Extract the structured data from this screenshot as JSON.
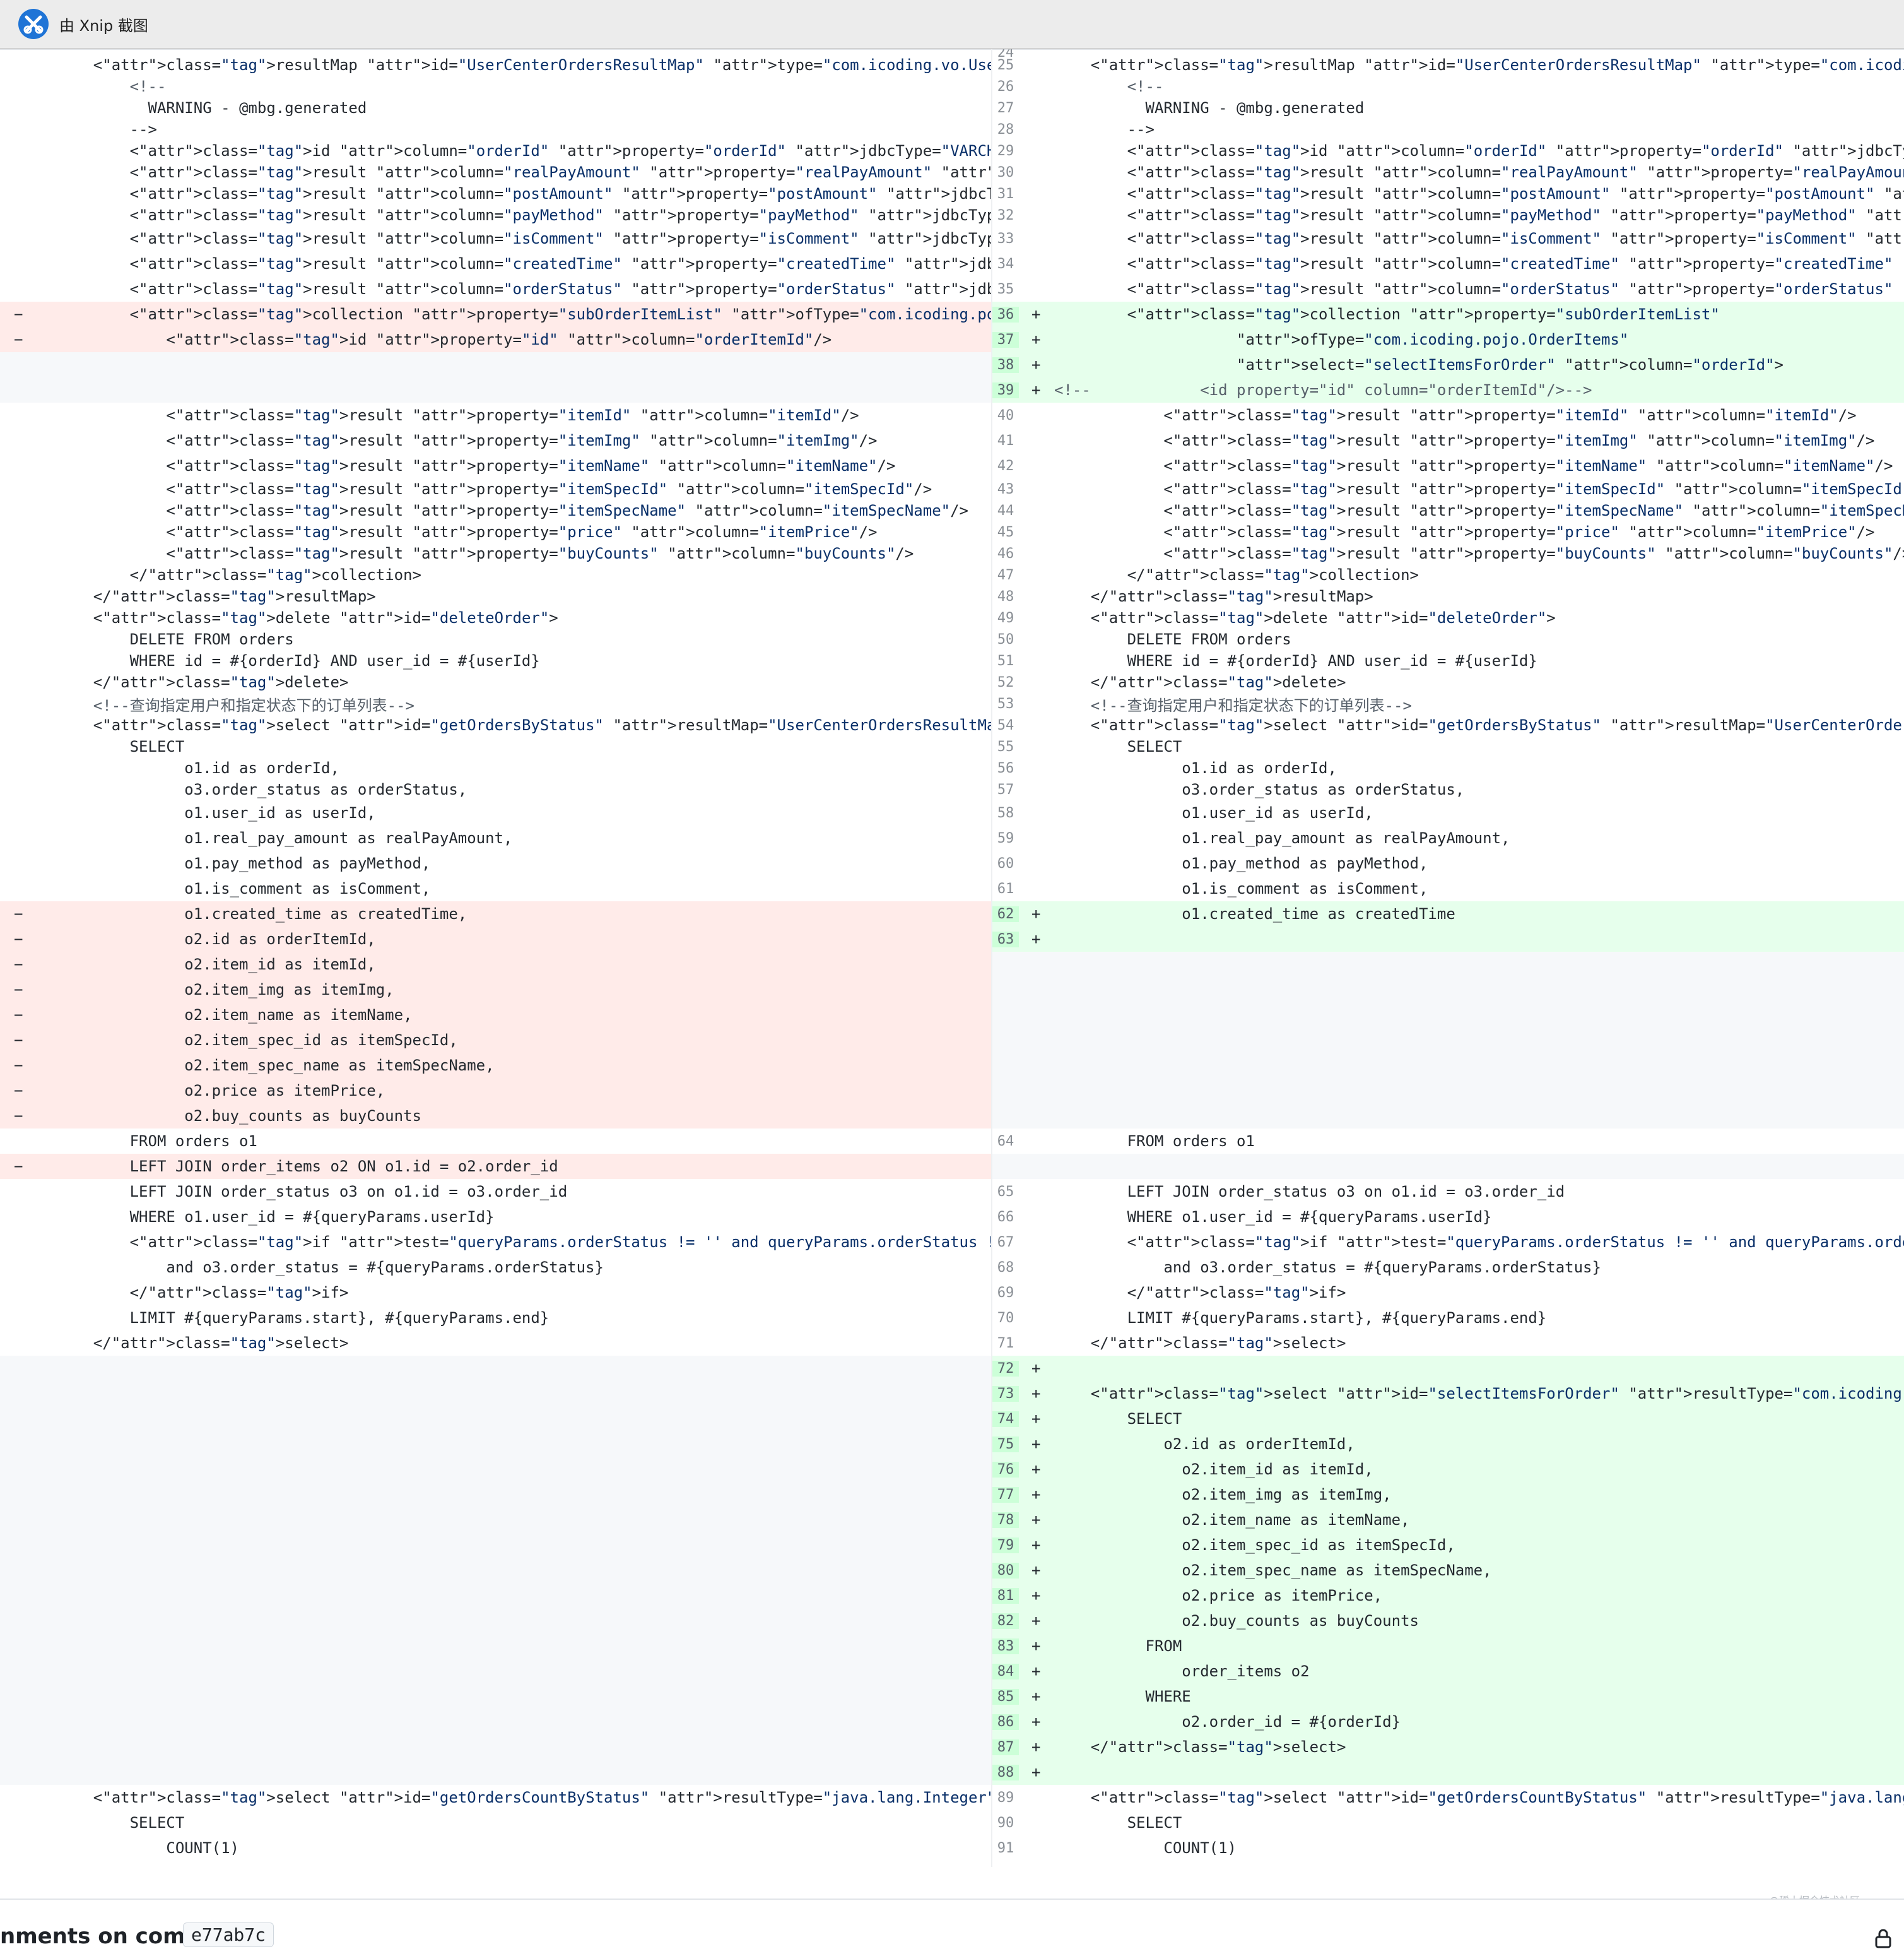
{
  "window": {
    "title": "由 Xnip 截图"
  },
  "footer": {
    "label": "nments on commit",
    "commit": "e77ab7c"
  },
  "watermark": "@稀土掘金技术社区",
  "left": [
    {
      "type": "hunk"
    },
    {
      "type": "context",
      "text": "    <resultMap id=\"UserCenterOrdersResultMap\" type=\"com.icoding.vo.UserCenterOrderVO\" >"
    },
    {
      "type": "context",
      "text": "        <!--"
    },
    {
      "type": "context",
      "text": "          WARNING - @mbg.generated"
    },
    {
      "type": "context",
      "text": "        -->"
    },
    {
      "type": "context",
      "text": "        <id column=\"orderId\" property=\"orderId\" jdbcType=\"VARCHAR\" />"
    },
    {
      "type": "context",
      "text": "        <result column=\"realPayAmount\" property=\"realPayAmount\" jdbcType=\"INTEGER\" />"
    },
    {
      "type": "context",
      "text": "        <result column=\"postAmount\" property=\"postAmount\" jdbcType=\"INTEGER\" />"
    },
    {
      "type": "context",
      "text": "        <result column=\"payMethod\" property=\"payMethod\" jdbcType=\"INTEGER\" />"
    },
    {
      "type": "context",
      "text": "        <result column=\"isComment\" property=\"isComment\" jdbcType=\"INTEGER\" />"
    },
    {
      "type": "context",
      "text": "        <result column=\"createdTime\" property=\"createdTime\" jdbcType=\"TIMESTAMP\" />"
    },
    {
      "type": "context",
      "text": "        <result column=\"orderStatus\" property=\"orderStatus\" jdbcType=\"TIMESTAMP\" />"
    },
    {
      "type": "deleted",
      "text": "        <collection property=\"subOrderItemList\" ofType=\"com.icoding.pojo.OrderItems\">"
    },
    {
      "type": "deleted",
      "text": "            <id property=\"id\" column=\"orderItemId\"/>"
    },
    {
      "type": "empty",
      "text": ""
    },
    {
      "type": "empty",
      "text": ""
    },
    {
      "type": "context",
      "text": "            <result property=\"itemId\" column=\"itemId\"/>"
    },
    {
      "type": "context",
      "text": "            <result property=\"itemImg\" column=\"itemImg\"/>"
    },
    {
      "type": "context",
      "text": "            <result property=\"itemName\" column=\"itemName\"/>"
    },
    {
      "type": "context",
      "text": "            <result property=\"itemSpecId\" column=\"itemSpecId\"/>"
    },
    {
      "type": "context",
      "text": "            <result property=\"itemSpecName\" column=\"itemSpecName\"/>"
    },
    {
      "type": "context",
      "text": "            <result property=\"price\" column=\"itemPrice\"/>"
    },
    {
      "type": "context",
      "text": "            <result property=\"buyCounts\" column=\"buyCounts\"/>"
    },
    {
      "type": "context",
      "text": "        </collection>"
    },
    {
      "type": "context",
      "text": "    </resultMap>"
    },
    {
      "type": "context",
      "text": "    <delete id=\"deleteOrder\">"
    },
    {
      "type": "context",
      "text": "        DELETE FROM orders"
    },
    {
      "type": "context",
      "text": "        WHERE id = #{orderId} AND user_id = #{userId}"
    },
    {
      "type": "context",
      "text": "    </delete>"
    },
    {
      "type": "context",
      "text": "    <!--查询指定用户和指定状态下的订单列表-->"
    },
    {
      "type": "context",
      "text": "    <select id=\"getOrdersByStatus\" resultMap=\"UserCenterOrdersResultMap\">"
    },
    {
      "type": "context",
      "text": "        SELECT"
    },
    {
      "type": "context",
      "text": "              o1.id as orderId,"
    },
    {
      "type": "context",
      "text": "              o3.order_status as orderStatus,"
    },
    {
      "type": "context",
      "text": "              o1.user_id as userId,"
    },
    {
      "type": "context",
      "text": "              o1.real_pay_amount as realPayAmount,"
    },
    {
      "type": "context",
      "text": "              o1.pay_method as payMethod,"
    },
    {
      "type": "context",
      "text": "              o1.is_comment as isComment,"
    },
    {
      "type": "deleted",
      "text": "              o1.created_time as createdTime,"
    },
    {
      "type": "deleted",
      "text": "              o2.id as orderItemId,"
    },
    {
      "type": "deleted",
      "text": "              o2.item_id as itemId,"
    },
    {
      "type": "deleted",
      "text": "              o2.item_img as itemImg,"
    },
    {
      "type": "deleted",
      "text": "              o2.item_name as itemName,"
    },
    {
      "type": "deleted",
      "text": "              o2.item_spec_id as itemSpecId,"
    },
    {
      "type": "deleted",
      "text": "              o2.item_spec_name as itemSpecName,"
    },
    {
      "type": "deleted",
      "text": "              o2.price as itemPrice,"
    },
    {
      "type": "deleted",
      "text": "              o2.buy_counts as buyCounts"
    },
    {
      "type": "context",
      "text": "        FROM orders o1"
    },
    {
      "type": "deleted",
      "text": "        LEFT JOIN order_items o2 ON o1.id = o2.order_id"
    },
    {
      "type": "context",
      "text": "        LEFT JOIN order_status o3 on o1.id = o3.order_id"
    },
    {
      "type": "context",
      "text": "        WHERE o1.user_id = #{queryParams.userId}"
    },
    {
      "type": "context",
      "text": "        <if test=\"queryParams.orderStatus != '' and queryParams.orderStatus != null\">"
    },
    {
      "type": "context",
      "text": "            and o3.order_status = #{queryParams.orderStatus}"
    },
    {
      "type": "context",
      "text": "        </if>"
    },
    {
      "type": "context",
      "text": "        LIMIT #{queryParams.start}, #{queryParams.end}"
    },
    {
      "type": "context",
      "text": "    </select>"
    },
    {
      "type": "empty",
      "text": ""
    },
    {
      "type": "empty",
      "text": ""
    },
    {
      "type": "empty",
      "text": ""
    },
    {
      "type": "empty",
      "text": ""
    },
    {
      "type": "empty",
      "text": ""
    },
    {
      "type": "empty",
      "text": ""
    },
    {
      "type": "empty",
      "text": ""
    },
    {
      "type": "empty",
      "text": ""
    },
    {
      "type": "empty",
      "text": ""
    },
    {
      "type": "empty",
      "text": ""
    },
    {
      "type": "empty",
      "text": ""
    },
    {
      "type": "empty",
      "text": ""
    },
    {
      "type": "empty",
      "text": ""
    },
    {
      "type": "empty",
      "text": ""
    },
    {
      "type": "empty",
      "text": ""
    },
    {
      "type": "empty",
      "text": ""
    },
    {
      "type": "empty",
      "text": ""
    },
    {
      "type": "context",
      "text": "    <select id=\"getOrdersCountByStatus\" resultType=\"java.lang.Integer\">"
    },
    {
      "type": "context",
      "text": "        SELECT"
    },
    {
      "type": "context",
      "text": "            COUNT(1)"
    }
  ],
  "right": [
    {
      "type": "hunk",
      "num": "24",
      "text": ""
    },
    {
      "type": "context",
      "num": "25",
      "text": "    <resultMap id=\"UserCenterOrdersResultMap\" type=\"com.icoding.vo.UserCenterOrderVO\" >"
    },
    {
      "type": "context",
      "num": "26",
      "text": "        <!--"
    },
    {
      "type": "context",
      "num": "27",
      "text": "          WARNING - @mbg.generated"
    },
    {
      "type": "context",
      "num": "28",
      "text": "        -->"
    },
    {
      "type": "context",
      "num": "29",
      "text": "        <id column=\"orderId\" property=\"orderId\" jdbcType=\"VARCHAR\" />"
    },
    {
      "type": "context",
      "num": "30",
      "text": "        <result column=\"realPayAmount\" property=\"realPayAmount\" jdbcType=\"INTEGER\" />"
    },
    {
      "type": "context",
      "num": "31",
      "text": "        <result column=\"postAmount\" property=\"postAmount\" jdbcType=\"INTEGER\" />"
    },
    {
      "type": "context",
      "num": "32",
      "text": "        <result column=\"payMethod\" property=\"payMethod\" jdbcType=\"INTEGER\" />"
    },
    {
      "type": "context",
      "num": "33",
      "text": "        <result column=\"isComment\" property=\"isComment\" jdbcType=\"INTEGER\" />"
    },
    {
      "type": "context",
      "num": "34",
      "text": "        <result column=\"createdTime\" property=\"createdTime\" jdbcType=\"TIMESTAMP\" />"
    },
    {
      "type": "context",
      "num": "35",
      "text": "        <result column=\"orderStatus\" property=\"orderStatus\" jdbcType=\"TIMESTAMP\" />"
    },
    {
      "type": "added",
      "num": "36",
      "text": "        <collection property=\"subOrderItemList\""
    },
    {
      "type": "added",
      "num": "37",
      "text": "                    ofType=\"com.icoding.pojo.OrderItems\""
    },
    {
      "type": "added",
      "num": "38",
      "text": "                    select=\"selectItemsForOrder\" column=\"orderId\">"
    },
    {
      "type": "added",
      "num": "39",
      "text": "<!--            <id property=\"id\" column=\"orderItemId\"/>-->"
    },
    {
      "type": "context",
      "num": "40",
      "text": "            <result property=\"itemId\" column=\"itemId\"/>"
    },
    {
      "type": "context",
      "num": "41",
      "text": "            <result property=\"itemImg\" column=\"itemImg\"/>"
    },
    {
      "type": "context",
      "num": "42",
      "text": "            <result property=\"itemName\" column=\"itemName\"/>"
    },
    {
      "type": "context",
      "num": "43",
      "text": "            <result property=\"itemSpecId\" column=\"itemSpecId\"/>"
    },
    {
      "type": "context",
      "num": "44",
      "text": "            <result property=\"itemSpecName\" column=\"itemSpecName\"/>"
    },
    {
      "type": "context",
      "num": "45",
      "text": "            <result property=\"price\" column=\"itemPrice\"/>"
    },
    {
      "type": "context",
      "num": "46",
      "text": "            <result property=\"buyCounts\" column=\"buyCounts\"/>"
    },
    {
      "type": "context",
      "num": "47",
      "text": "        </collection>"
    },
    {
      "type": "context",
      "num": "48",
      "text": "    </resultMap>"
    },
    {
      "type": "context",
      "num": "49",
      "text": "    <delete id=\"deleteOrder\">"
    },
    {
      "type": "context",
      "num": "50",
      "text": "        DELETE FROM orders"
    },
    {
      "type": "context",
      "num": "51",
      "text": "        WHERE id = #{orderId} AND user_id = #{userId}"
    },
    {
      "type": "context",
      "num": "52",
      "text": "    </delete>"
    },
    {
      "type": "context",
      "num": "53",
      "text": "    <!--查询指定用户和指定状态下的订单列表-->"
    },
    {
      "type": "context",
      "num": "54",
      "text": "    <select id=\"getOrdersByStatus\" resultMap=\"UserCenterOrdersResultMap\">"
    },
    {
      "type": "context",
      "num": "55",
      "text": "        SELECT"
    },
    {
      "type": "context",
      "num": "56",
      "text": "              o1.id as orderId,"
    },
    {
      "type": "context",
      "num": "57",
      "text": "              o3.order_status as orderStatus,"
    },
    {
      "type": "context",
      "num": "58",
      "text": "              o1.user_id as userId,"
    },
    {
      "type": "context",
      "num": "59",
      "text": "              o1.real_pay_amount as realPayAmount,"
    },
    {
      "type": "context",
      "num": "60",
      "text": "              o1.pay_method as payMethod,"
    },
    {
      "type": "context",
      "num": "61",
      "text": "              o1.is_comment as isComment,"
    },
    {
      "type": "added",
      "num": "62",
      "text": "              o1.created_time as createdTime"
    },
    {
      "type": "added",
      "num": "63",
      "text": ""
    },
    {
      "type": "empty",
      "text": ""
    },
    {
      "type": "empty",
      "text": ""
    },
    {
      "type": "empty",
      "text": ""
    },
    {
      "type": "empty",
      "text": ""
    },
    {
      "type": "empty",
      "text": ""
    },
    {
      "type": "empty",
      "text": ""
    },
    {
      "type": "empty",
      "text": ""
    },
    {
      "type": "context",
      "num": "64",
      "text": "        FROM orders o1"
    },
    {
      "type": "empty",
      "text": ""
    },
    {
      "type": "context",
      "num": "65",
      "text": "        LEFT JOIN order_status o3 on o1.id = o3.order_id"
    },
    {
      "type": "context",
      "num": "66",
      "text": "        WHERE o1.user_id = #{queryParams.userId}"
    },
    {
      "type": "context",
      "num": "67",
      "text": "        <if test=\"queryParams.orderStatus != '' and queryParams.orderStatus != null\">"
    },
    {
      "type": "context",
      "num": "68",
      "text": "            and o3.order_status = #{queryParams.orderStatus}"
    },
    {
      "type": "context",
      "num": "69",
      "text": "        </if>"
    },
    {
      "type": "context",
      "num": "70",
      "text": "        LIMIT #{queryParams.start}, #{queryParams.end}"
    },
    {
      "type": "context",
      "num": "71",
      "text": "    </select>"
    },
    {
      "type": "added",
      "num": "72",
      "text": ""
    },
    {
      "type": "added",
      "num": "73",
      "text": "    <select id=\"selectItemsForOrder\" resultType=\"com.icoding.pojo.OrderItems\">"
    },
    {
      "type": "added",
      "num": "74",
      "text": "        SELECT"
    },
    {
      "type": "added",
      "num": "75",
      "text": "            o2.id as orderItemId,"
    },
    {
      "type": "added",
      "num": "76",
      "text": "              o2.item_id as itemId,"
    },
    {
      "type": "added",
      "num": "77",
      "text": "              o2.item_img as itemImg,"
    },
    {
      "type": "added",
      "num": "78",
      "text": "              o2.item_name as itemName,"
    },
    {
      "type": "added",
      "num": "79",
      "text": "              o2.item_spec_id as itemSpecId,"
    },
    {
      "type": "added",
      "num": "80",
      "text": "              o2.item_spec_name as itemSpecName,"
    },
    {
      "type": "added",
      "num": "81",
      "text": "              o2.price as itemPrice,"
    },
    {
      "type": "added",
      "num": "82",
      "text": "              o2.buy_counts as buyCounts"
    },
    {
      "type": "added",
      "num": "83",
      "text": "          FROM"
    },
    {
      "type": "added",
      "num": "84",
      "text": "              order_items o2"
    },
    {
      "type": "added",
      "num": "85",
      "text": "          WHERE"
    },
    {
      "type": "added",
      "num": "86",
      "text": "              o2.order_id = #{orderId}"
    },
    {
      "type": "added",
      "num": "87",
      "text": "    </select>"
    },
    {
      "type": "added",
      "num": "88",
      "text": ""
    },
    {
      "type": "context",
      "num": "89",
      "text": "    <select id=\"getOrdersCountByStatus\" resultType=\"java.lang.Integer\">"
    },
    {
      "type": "context",
      "num": "90",
      "text": "        SELECT"
    },
    {
      "type": "context",
      "num": "91",
      "text": "            COUNT(1)"
    }
  ]
}
